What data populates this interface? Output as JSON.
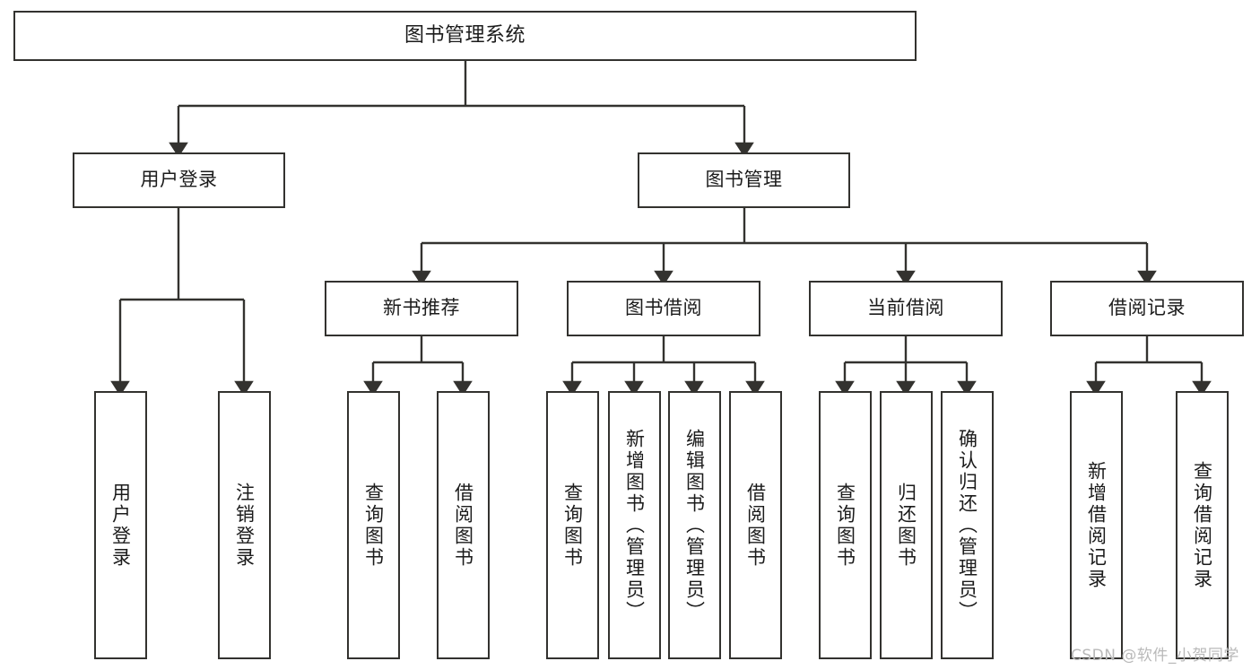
{
  "diagram": {
    "title": "图书管理系统",
    "type": "tree-hierarchy-functional-structure",
    "background_color": "#ffffff",
    "node_border_color": "#33322f",
    "edge_color": "#33322f",
    "text_color": "#1b1b1b",
    "watermark": "CSDN @软件_小贺同学",
    "watermark_color": "#b9b9b9"
  },
  "nodes": {
    "root": {
      "label": "图书管理系统"
    },
    "level2": [
      {
        "label": "用户登录"
      },
      {
        "label": "图书管理"
      }
    ],
    "level3": [
      {
        "label": "新书推荐"
      },
      {
        "label": "图书借阅"
      },
      {
        "label": "当前借阅"
      },
      {
        "label": "借阅记录"
      }
    ],
    "leaves_user_login": [
      {
        "label": "用户登录"
      },
      {
        "label": "注销登录"
      }
    ],
    "leaves_new_books": [
      {
        "label": "查询图书"
      },
      {
        "label": "借阅图书"
      }
    ],
    "leaves_borrow": [
      {
        "label": "查询图书"
      },
      {
        "label": "新增图书（管理员）"
      },
      {
        "label": "编辑图书（管理员）"
      },
      {
        "label": "借阅图书"
      }
    ],
    "leaves_current": [
      {
        "label": "查询图书"
      },
      {
        "label": "归还图书"
      },
      {
        "label": "确认归还（管理员）"
      }
    ],
    "leaves_records": [
      {
        "label": "新增借阅记录"
      },
      {
        "label": "查询借阅记录"
      }
    ]
  }
}
